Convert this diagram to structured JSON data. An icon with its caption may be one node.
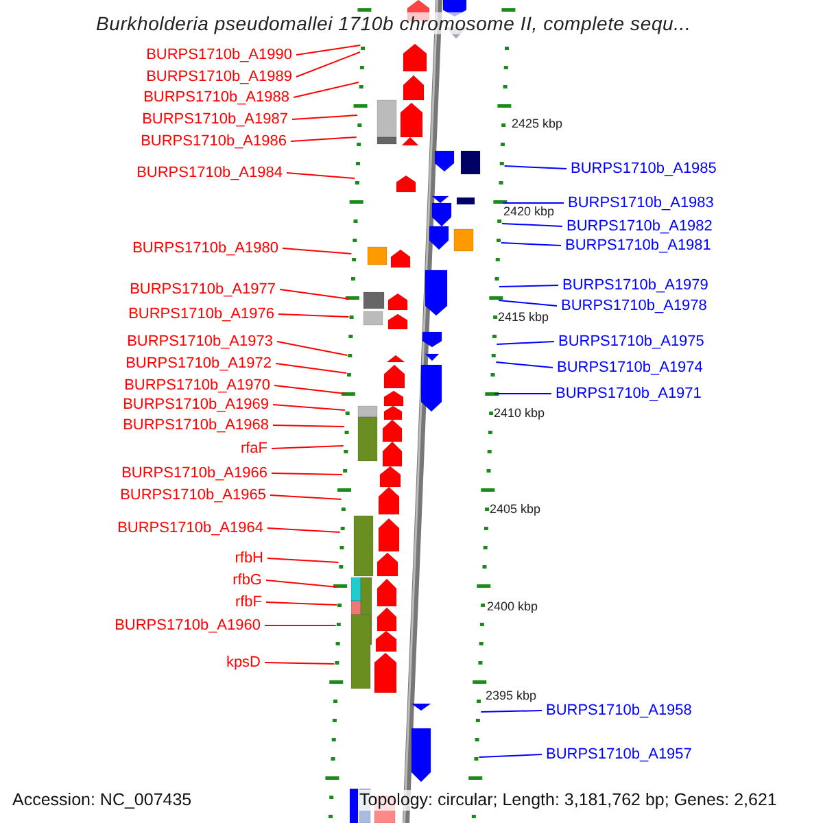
{
  "diagram": {
    "title": "Burkholderia pseudomallei 1710b chromosome II, complete sequ...",
    "nodes": [
      {
        "text": [
          "BURPS1710b_A1990"
        ]
      },
      {
        "text": [
          "BURPS1710b_A1989"
        ]
      },
      {
        "text": [
          "BURPS1710b_A1988"
        ]
      },
      {
        "text": [
          "BURPS1710b_A1987"
        ]
      },
      {
        "text": [
          "BURPS1710b_A1986"
        ]
      },
      {
        "text": [
          "BURPS1710b_A1984"
        ]
      },
      {
        "text": [
          "BURPS1710b_A1980"
        ]
      },
      {
        "text": [
          "BURPS1710b_A1977"
        ]
      },
      {
        "text": [
          "BURPS1710b_A1976"
        ]
      },
      {
        "text": [
          "BURPS1710b_A1973"
        ]
      },
      {
        "text": [
          "BURPS1710b_A1972"
        ]
      },
      {
        "text": [
          "BURPS1710b_A1970"
        ]
      },
      {
        "text": [
          "BURPS1710b_A1969"
        ]
      },
      {
        "text": [
          "BURPS1710b_A1968"
        ]
      },
      {
        "text": [
          "rfaF"
        ]
      },
      {
        "text": [
          "BURPS1710b_A1966"
        ]
      },
      {
        "text": [
          "BURPS1710b_A1965"
        ]
      },
      {
        "text": [
          "BURPS1710b_A1964"
        ]
      },
      {
        "text": [
          "rfbH"
        ]
      },
      {
        "text": [
          "rfbG"
        ]
      },
      {
        "text": [
          "rfbF"
        ]
      },
      {
        "text": [
          "BURPS1710b_A1960"
        ]
      },
      {
        "text": [
          "kpsD"
        ]
      },
      {
        "text": [
          "BURPS1710b_A1985"
        ]
      },
      {
        "text": [
          "BURPS1710b_A1983"
        ]
      },
      {
        "text": [
          "BURPS1710b_A1982"
        ]
      },
      {
        "text": [
          "BURPS1710b_A1981"
        ]
      },
      {
        "text": [
          "BURPS1710b_A1979"
        ]
      },
      {
        "text": [
          "BURPS1710b_A1978"
        ]
      },
      {
        "text": [
          "BURPS1710b_A1975"
        ]
      },
      {
        "text": [
          "BURPS1710b_A1974"
        ]
      },
      {
        "text": [
          "BURPS1710b_A1971"
        ]
      },
      {
        "text": [
          "BURPS1710b_A1958"
        ]
      },
      {
        "text": [
          "BURPS1710b_A1957"
        ]
      },
      {
        "text": [],
        "shape": "line"
      },
      {
        "text": [],
        "shape": "line"
      }
    ],
    "edges": [
      {
        "from": 0,
        "to": 34,
        "arrow": "none"
      },
      {
        "from": 1,
        "to": 34,
        "arrow": "none"
      },
      {
        "from": 2,
        "to": 34,
        "arrow": "none"
      },
      {
        "from": 3,
        "to": 34,
        "arrow": "none"
      },
      {
        "from": 4,
        "to": 34,
        "arrow": "none"
      },
      {
        "from": 5,
        "to": 34,
        "arrow": "none"
      },
      {
        "from": 6,
        "to": 34,
        "arrow": "none"
      },
      {
        "from": 7,
        "to": 34,
        "arrow": "none"
      },
      {
        "from": 8,
        "to": 34,
        "arrow": "none"
      },
      {
        "from": 9,
        "to": 34,
        "arrow": "none"
      },
      {
        "from": 10,
        "to": 34,
        "arrow": "none"
      },
      {
        "from": 11,
        "to": 34,
        "arrow": "none"
      },
      {
        "from": 12,
        "to": 34,
        "arrow": "none"
      },
      {
        "from": 13,
        "to": 34,
        "arrow": "none"
      },
      {
        "from": 14,
        "to": 34,
        "arrow": "none"
      },
      {
        "from": 15,
        "to": 34,
        "arrow": "none"
      },
      {
        "from": 16,
        "to": 34,
        "arrow": "none"
      },
      {
        "from": 17,
        "to": 34,
        "arrow": "none"
      },
      {
        "from": 18,
        "to": 34,
        "arrow": "none"
      },
      {
        "from": 19,
        "to": 34,
        "arrow": "none"
      },
      {
        "from": 20,
        "to": 34,
        "arrow": "none"
      },
      {
        "from": 21,
        "to": 34,
        "arrow": "none"
      },
      {
        "from": 22,
        "to": 34,
        "arrow": "none"
      },
      {
        "from": 23,
        "to": 35,
        "arrow": "none",
        "color": "#0000ff"
      },
      {
        "from": 24,
        "to": 35,
        "arrow": "none",
        "color": "#0000ff"
      },
      {
        "from": 25,
        "to": 35,
        "arrow": "none",
        "color": "#0000ff"
      },
      {
        "from": 26,
        "to": 35,
        "arrow": "none",
        "color": "#0000ff"
      },
      {
        "from": 27,
        "to": 35,
        "arrow": "none",
        "color": "#0000ff"
      },
      {
        "from": 28,
        "to": 35,
        "arrow": "none",
        "color": "#0000ff"
      },
      {
        "from": 29,
        "to": 35,
        "arrow": "none",
        "color": "#0000ff"
      },
      {
        "from": 30,
        "to": 35,
        "arrow": "none",
        "color": "#0000ff"
      },
      {
        "from": 31,
        "to": 35,
        "arrow": "none",
        "color": "#0000ff"
      },
      {
        "from": 32,
        "to": 35,
        "arrow": "none",
        "color": "#0000ff"
      },
      {
        "from": 33,
        "to": 35,
        "arrow": "none",
        "color": "#0000ff"
      }
    ],
    "labels": [
      "2425 kbp",
      "2420 kbp",
      "2415 kbp",
      "2410 kbp",
      "2405 kbp",
      "2400 kbp",
      "2395 kbp",
      "Accession: NC_007435",
      "Topology: circular; Length: 3,181,762 bp; Genes: 2,621"
    ]
  }
}
